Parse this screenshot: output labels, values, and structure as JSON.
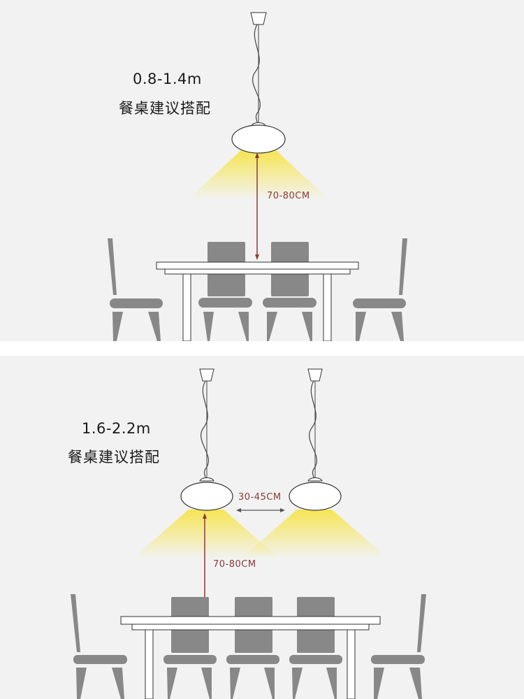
{
  "panels": [
    {
      "range_label": "0.8-1.4m",
      "subtitle": "餐桌建议搭配",
      "height_label": "70-80CM"
    },
    {
      "range_label": "1.6-2.2m",
      "subtitle": "餐桌建议搭配",
      "height_label": "70-80CM",
      "spacing_label": "30-45CM"
    }
  ],
  "colors": {
    "background": "#f2f2f2",
    "light": "#f6e44a",
    "furniture": "#888888",
    "dimension": "#8a3a3a"
  },
  "icons": [
    "pendant-lamp-icon",
    "dining-chair-icon",
    "dining-table-icon"
  ]
}
